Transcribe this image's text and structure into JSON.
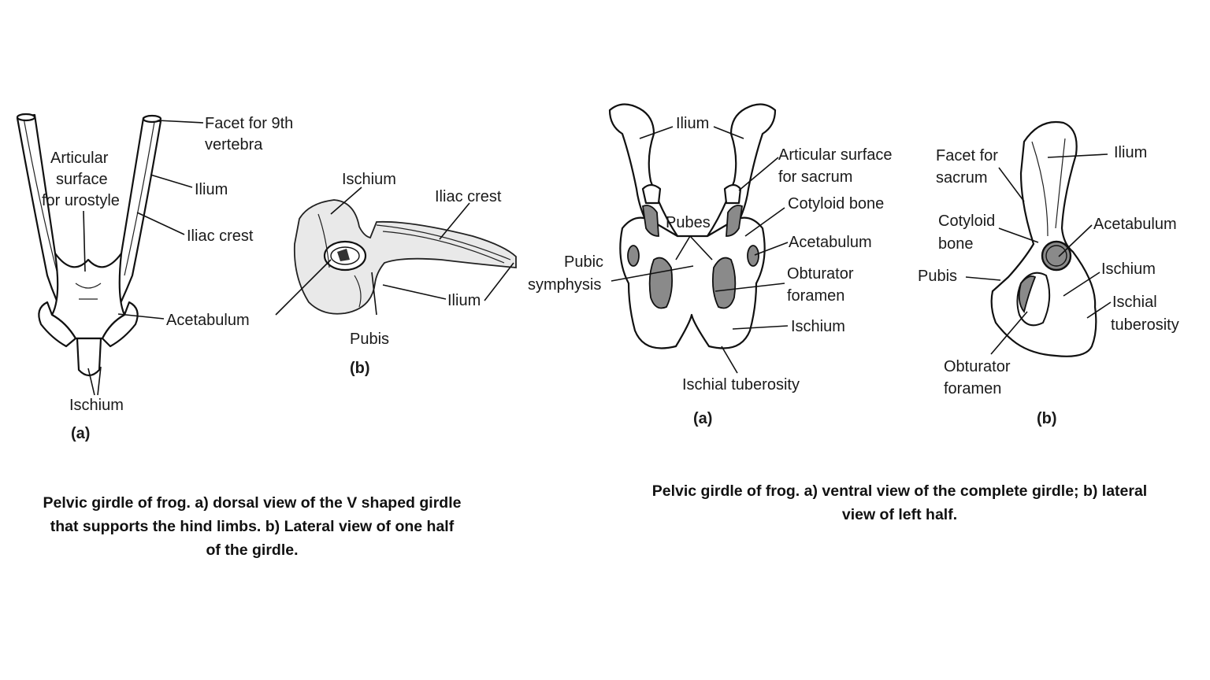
{
  "left_figure": {
    "a": {
      "labels": {
        "facet": [
          "Facet for 9th",
          "vertebra"
        ],
        "articular": [
          "Articular",
          "surface",
          "for urostyle"
        ],
        "ilium": "Ilium",
        "iliac_crest": "Iliac crest",
        "acetabulum": "Acetabulum",
        "ischium": "Ischium"
      },
      "sublabel": "(a)"
    },
    "b": {
      "labels": {
        "ischium": "Ischium",
        "iliac_crest": "Iliac crest",
        "pubis": "Pubis",
        "ilium": "Ilium"
      },
      "sublabel": "(b)"
    },
    "caption": [
      "Pelvic girdle of frog. a) dorsal view of the V shaped girdle",
      "that supports the hind limbs. b) Lateral view of one half",
      "of the girdle."
    ]
  },
  "right_figure": {
    "a": {
      "labels": {
        "ilium": "Ilium",
        "articular": [
          "Articular surface",
          "for sacrum"
        ],
        "cotyloid": "Cotyloid bone",
        "pubes": "Pubes",
        "acetabulum": "Acetabulum",
        "pubic_symphysis": [
          "Pubic",
          "symphysis"
        ],
        "obturator": [
          "Obturator",
          "foramen"
        ],
        "ischium": "Ischium",
        "ischial_tuberosity": "Ischial tuberosity"
      },
      "sublabel": "(a)"
    },
    "b": {
      "labels": {
        "facet": [
          "Facet for",
          "sacrum"
        ],
        "ilium": "Ilium",
        "cotyloid": [
          "Cotyloid",
          "bone"
        ],
        "acetabulum": "Acetabulum",
        "pubis": "Pubis",
        "ischium": "Ischium",
        "ischial_tuberosity": [
          "Ischial",
          "tuberosity"
        ],
        "obturator": [
          "Obturator",
          "foramen"
        ]
      },
      "sublabel": "(b)"
    },
    "caption": [
      "Pelvic girdle of frog. a) ventral view of the complete girdle; b) lateral",
      "view of left half."
    ]
  }
}
